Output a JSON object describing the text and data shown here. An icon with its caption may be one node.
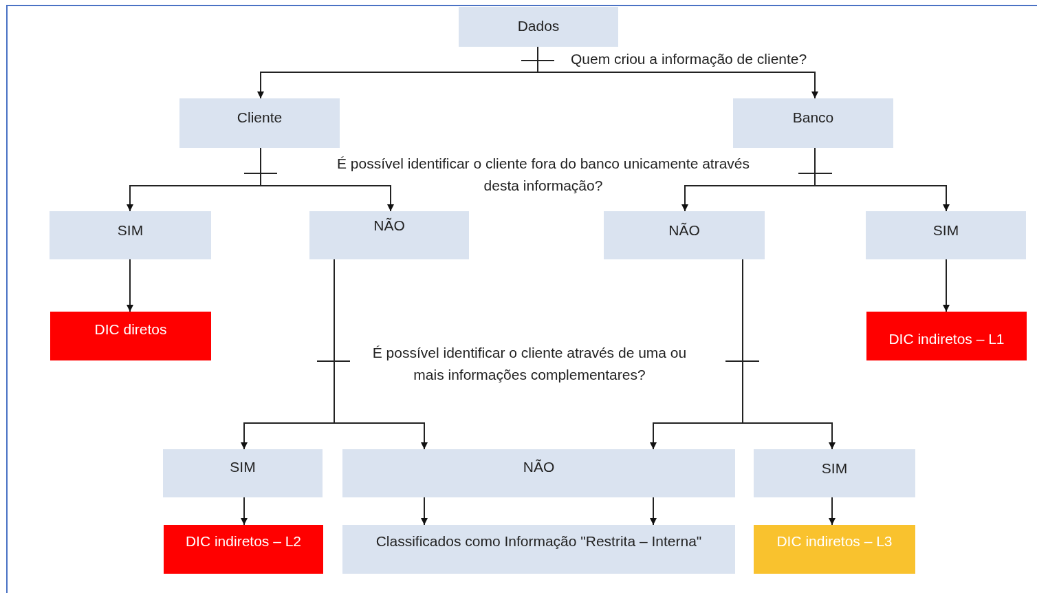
{
  "diagram": {
    "nodes": [
      {
        "text": [
          "Dados"
        ]
      },
      {
        "text": [
          "Cliente"
        ]
      },
      {
        "text": [
          "Banco"
        ]
      },
      {
        "text": [
          "SIM"
        ]
      },
      {
        "text": [
          "NÃO"
        ]
      },
      {
        "text": [
          "NÃO"
        ]
      },
      {
        "text": [
          "SIM"
        ]
      },
      {
        "text": [
          "DIC diretos"
        ]
      },
      {
        "text": [
          "DIC indiretos – L1"
        ]
      },
      {
        "text": [
          "SIM"
        ]
      },
      {
        "text": [
          "NÃO"
        ]
      },
      {
        "text": [
          "SIM"
        ]
      },
      {
        "text": [
          "DIC indiretos – L2"
        ]
      },
      {
        "text": [
          "Classificados como Informação \"Restrita – Interna\""
        ]
      },
      {
        "text": [
          "DIC indiretos – L3"
        ]
      }
    ],
    "edges": [
      {
        "from": 0,
        "to": 1,
        "arrow": "to"
      },
      {
        "from": 0,
        "to": 2,
        "arrow": "to"
      },
      {
        "from": 1,
        "to": 3,
        "arrow": "to"
      },
      {
        "from": 1,
        "to": 4,
        "arrow": "to"
      },
      {
        "from": 2,
        "to": 5,
        "arrow": "to"
      },
      {
        "from": 2,
        "to": 6,
        "arrow": "to"
      },
      {
        "from": 3,
        "to": 7,
        "arrow": "to"
      },
      {
        "from": 6,
        "to": 8,
        "arrow": "to"
      },
      {
        "from": 4,
        "to": 9,
        "arrow": "to"
      },
      {
        "from": 4,
        "to": 10,
        "arrow": "to"
      },
      {
        "from": 5,
        "to": 10,
        "arrow": "to"
      },
      {
        "from": 5,
        "to": 11,
        "arrow": "to"
      },
      {
        "from": 9,
        "to": 12,
        "arrow": "to"
      },
      {
        "from": 10,
        "to": 13,
        "arrow": "to"
      },
      {
        "from": 10,
        "to": 13,
        "arrow": "to"
      },
      {
        "from": 11,
        "to": 14,
        "arrow": "to"
      }
    ],
    "labels": [
      "Quem criou a informação de cliente?",
      "É possível identificar o cliente fora do banco unicamente através desta informação?",
      "É possível identificar o cliente através de uma ou mais informações complementares?"
    ]
  }
}
